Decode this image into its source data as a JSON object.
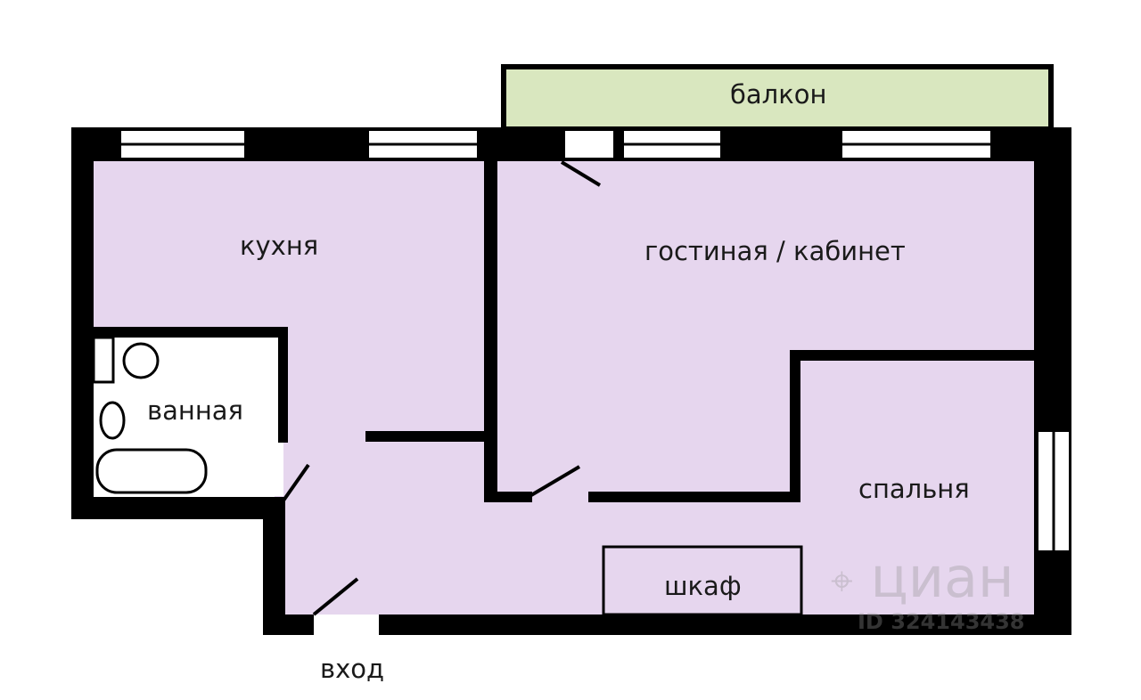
{
  "rooms": {
    "balcony": "балкон",
    "kitchen": "кухня",
    "living": "гостиная / кабинет",
    "bathroom": "ванная",
    "bedroom": "спальня",
    "closet": "шкаф",
    "entrance": "вход"
  },
  "watermark": {
    "brand": "циан",
    "listing_id": "ID 324143438"
  },
  "colors": {
    "floor": "#e6d6ee",
    "balcony": "#d9e7bf",
    "wall": "#000000",
    "window": "#ffffff"
  }
}
